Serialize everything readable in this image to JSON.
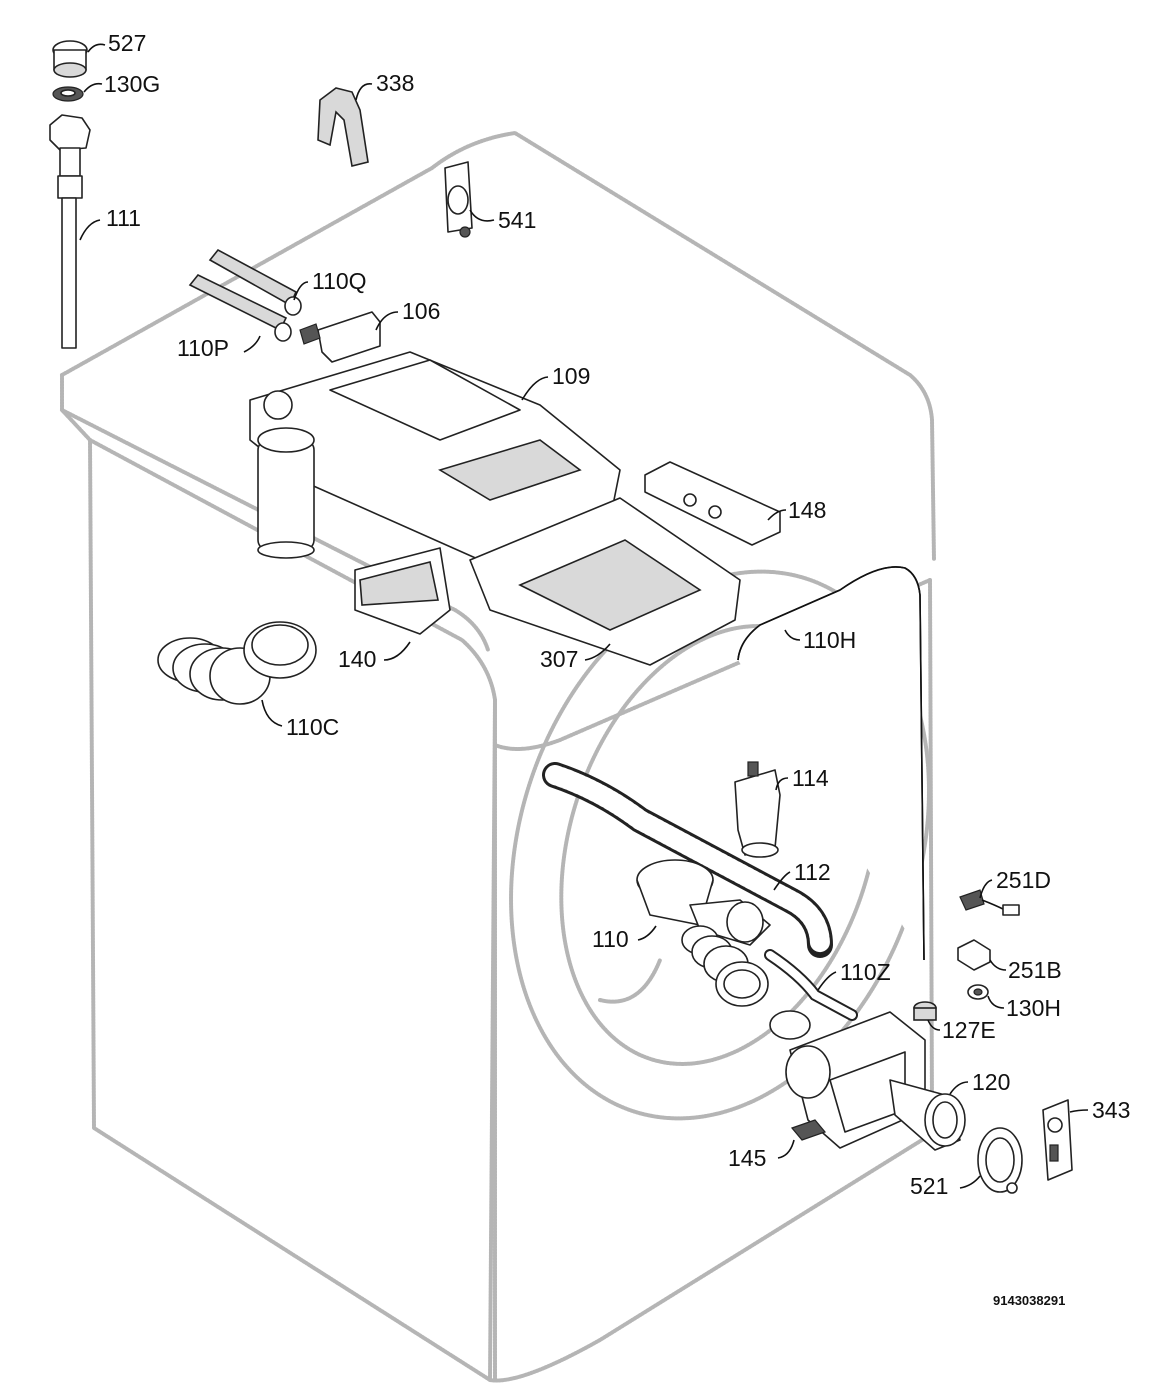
{
  "diagram": {
    "document_id": "9143038291",
    "colors": {
      "cabinet": "#b5b5b5",
      "line": "#222222",
      "label": "#111111"
    },
    "parts": [
      {
        "id": "527",
        "label": "527"
      },
      {
        "id": "130G",
        "label": "130G"
      },
      {
        "id": "111",
        "label": "111"
      },
      {
        "id": "338",
        "label": "338"
      },
      {
        "id": "541",
        "label": "541"
      },
      {
        "id": "110Q",
        "label": "110Q"
      },
      {
        "id": "106",
        "label": "106"
      },
      {
        "id": "110P",
        "label": "110P"
      },
      {
        "id": "109",
        "label": "109"
      },
      {
        "id": "148",
        "label": "148"
      },
      {
        "id": "140",
        "label": "140"
      },
      {
        "id": "307",
        "label": "307"
      },
      {
        "id": "110H",
        "label": "110H"
      },
      {
        "id": "110C",
        "label": "110C"
      },
      {
        "id": "114",
        "label": "114"
      },
      {
        "id": "112",
        "label": "112"
      },
      {
        "id": "251D",
        "label": "251D"
      },
      {
        "id": "110",
        "label": "110"
      },
      {
        "id": "110Z",
        "label": "110Z"
      },
      {
        "id": "251B",
        "label": "251B"
      },
      {
        "id": "130H",
        "label": "130H"
      },
      {
        "id": "127E",
        "label": "127E"
      },
      {
        "id": "120",
        "label": "120"
      },
      {
        "id": "343",
        "label": "343"
      },
      {
        "id": "145",
        "label": "145"
      },
      {
        "id": "521",
        "label": "521"
      }
    ]
  }
}
